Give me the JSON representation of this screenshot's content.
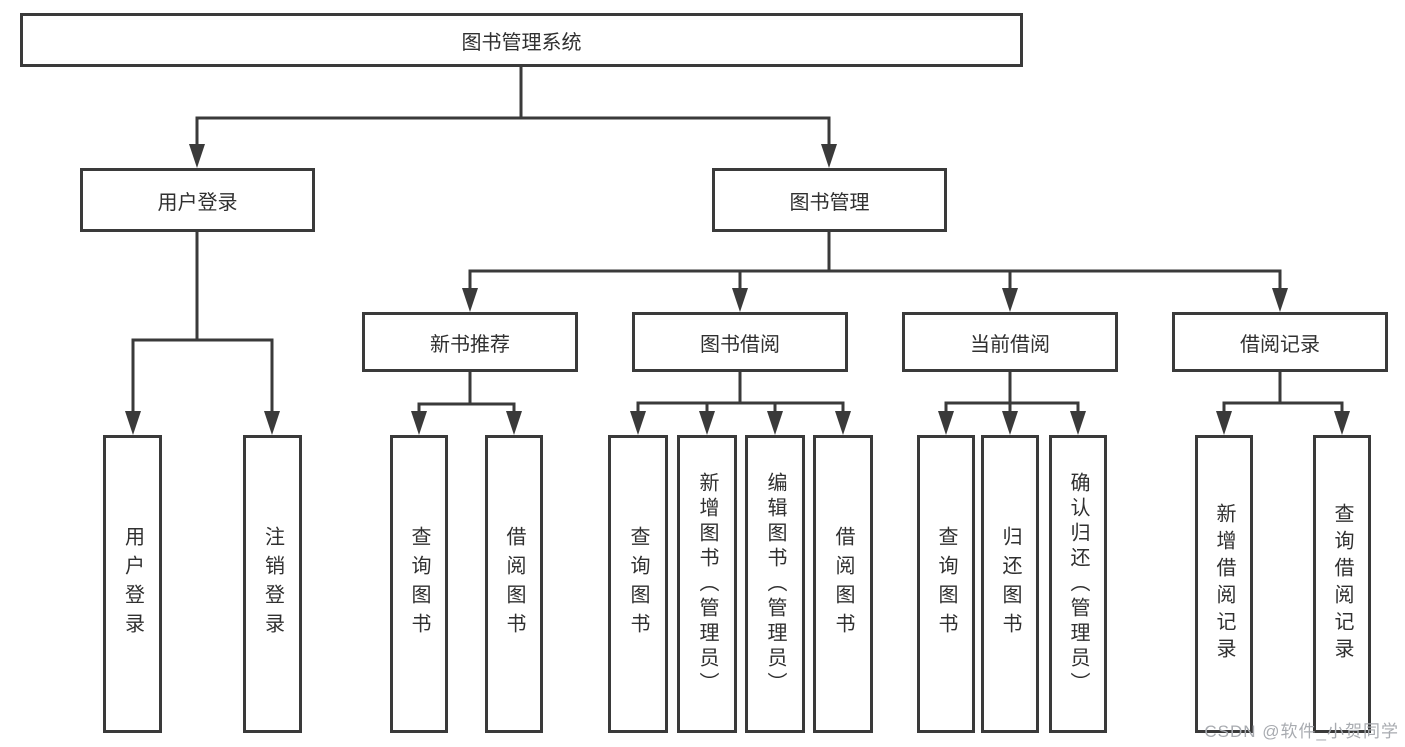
{
  "diagram": {
    "root": {
      "label": "图书管理系统"
    },
    "level2": [
      {
        "label": "用户登录"
      },
      {
        "label": "图书管理"
      }
    ],
    "level3": [
      {
        "label": "新书推荐"
      },
      {
        "label": "图书借阅"
      },
      {
        "label": "当前借阅"
      },
      {
        "label": "借阅记录"
      }
    ],
    "leaves": {
      "user_login": [
        "用户登录",
        "注销登录"
      ],
      "new_book": [
        "查询图书",
        "借阅图书"
      ],
      "book_borrow": [
        "查询图书",
        "新增图书（管理员）",
        "编辑图书（管理员）",
        "借阅图书"
      ],
      "current_borrow": [
        "查询图书",
        "归还图书",
        "确认归还（管理员）"
      ],
      "borrow_records": [
        "新增借阅记录",
        "查询借阅记录"
      ]
    }
  },
  "watermark": {
    "text": "CSDN @软件_小贺同学"
  },
  "colors": {
    "line": "#3a3a3a",
    "text": "#303030",
    "watermark": "#a8abb0",
    "bg": "#ffffff"
  }
}
